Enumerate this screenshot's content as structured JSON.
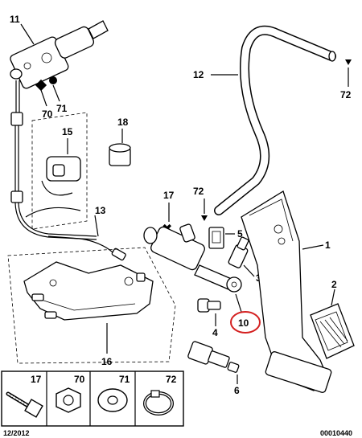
{
  "callouts": {
    "c1": "1",
    "c2": "2",
    "c3": "3",
    "c4": "4",
    "c5": "5",
    "c6": "6",
    "c10": "10",
    "c11": "11",
    "c12": "12",
    "c13": "13",
    "c15": "15",
    "c16": "16",
    "c17": "17",
    "c18": "18",
    "c70": "70",
    "c71": "71",
    "c72a": "72",
    "c72b": "72"
  },
  "legend": {
    "cells": [
      {
        "num": "17",
        "icon": "bolt-icon"
      },
      {
        "num": "70",
        "icon": "nut-icon"
      },
      {
        "num": "71",
        "icon": "washer-icon"
      },
      {
        "num": "72",
        "icon": "hose-clamp-icon"
      }
    ]
  },
  "footer": {
    "date": "12/2012",
    "ref": "00010440"
  },
  "colors": {
    "highlight": "#d42020",
    "ink": "#000000",
    "background": "#ffffff"
  }
}
